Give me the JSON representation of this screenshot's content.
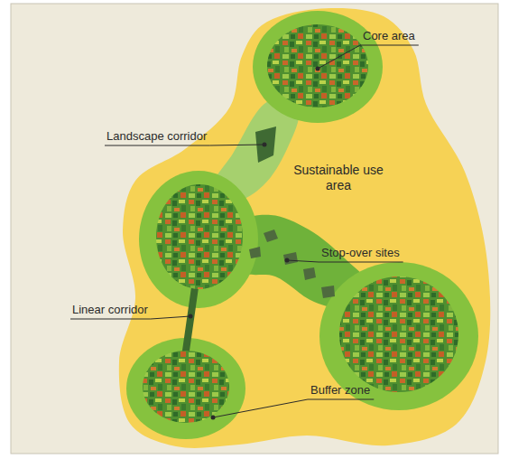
{
  "diagram": {
    "labels": [
      "Core area",
      "Landscape corridor",
      "Sustainable use area",
      "Stop-over sites",
      "Linear corridor",
      "Buffer zone"
    ]
  }
}
